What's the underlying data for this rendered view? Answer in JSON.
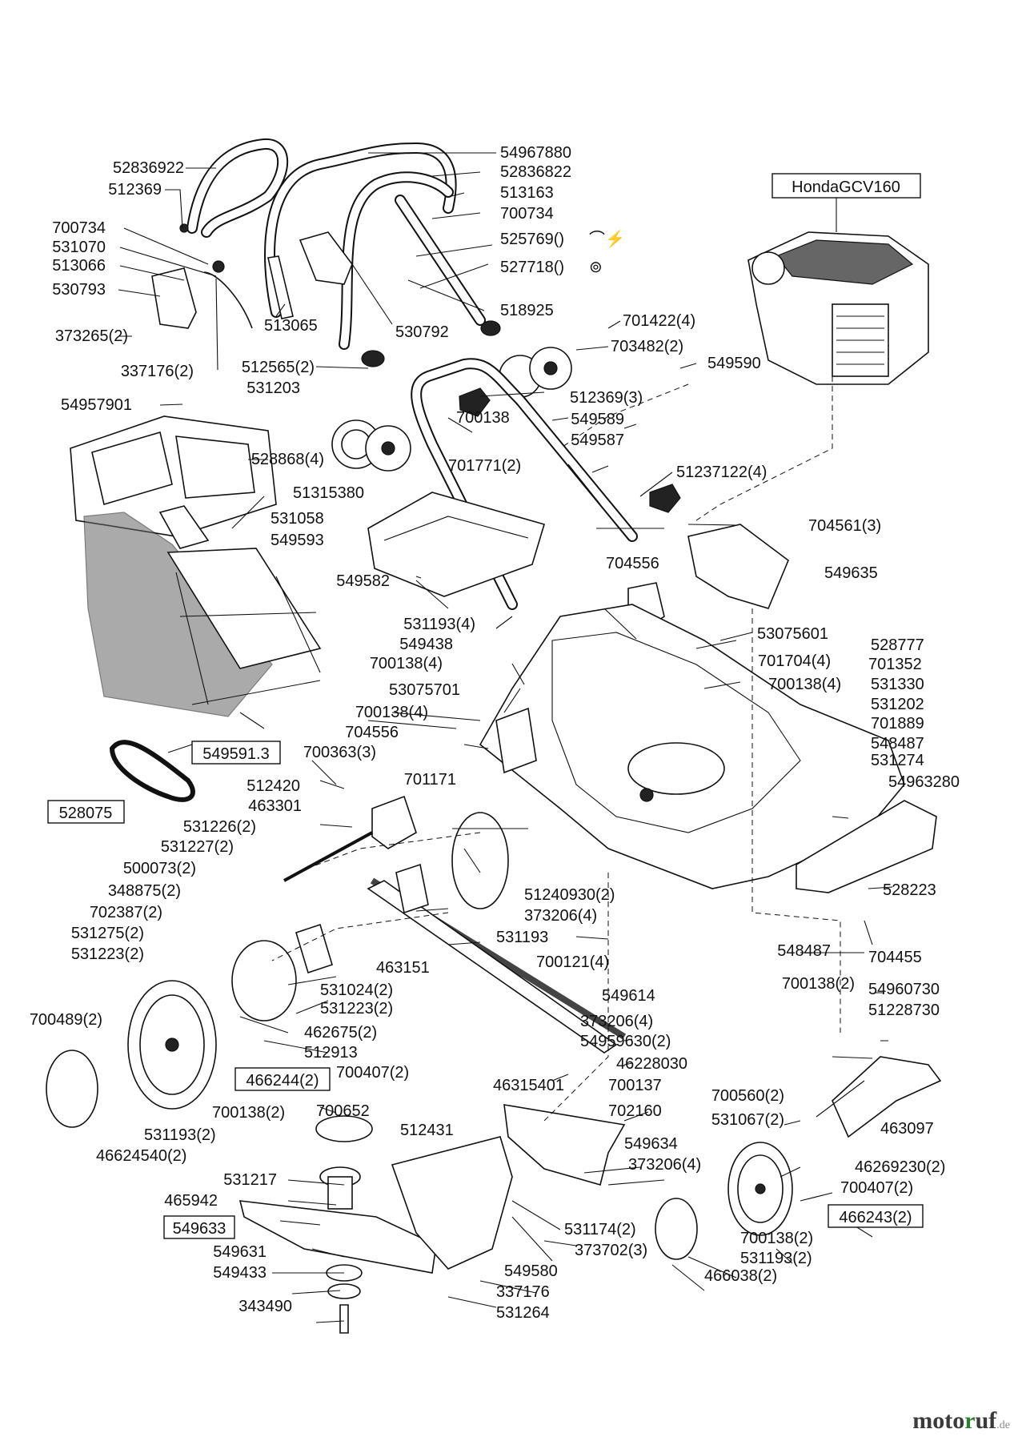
{
  "engine_label": "HondaGCV160",
  "labels": [
    {
      "id": "l01",
      "text": "52836922",
      "boxed": false
    },
    {
      "id": "l02",
      "text": "512369",
      "boxed": false
    },
    {
      "id": "l03",
      "text": "700734",
      "boxed": false
    },
    {
      "id": "l04",
      "text": "531070",
      "boxed": false
    },
    {
      "id": "l05",
      "text": "513066",
      "boxed": false
    },
    {
      "id": "l06",
      "text": "530793",
      "boxed": false
    },
    {
      "id": "l07",
      "text": "373265(2)",
      "boxed": false
    },
    {
      "id": "l08",
      "text": "337176(2)",
      "boxed": false
    },
    {
      "id": "l09",
      "text": "513065",
      "boxed": false
    },
    {
      "id": "l10",
      "text": "530792",
      "boxed": false
    },
    {
      "id": "l11",
      "text": "54967880",
      "boxed": false
    },
    {
      "id": "l12",
      "text": "52836822",
      "boxed": false
    },
    {
      "id": "l13",
      "text": "513163",
      "boxed": false
    },
    {
      "id": "l14",
      "text": "700734",
      "boxed": false
    },
    {
      "id": "l15",
      "text": "525769()",
      "boxed": false
    },
    {
      "id": "l16",
      "text": "527718()",
      "boxed": false
    },
    {
      "id": "l17",
      "text": "518925",
      "boxed": false
    },
    {
      "id": "l18",
      "text": "701422(4)",
      "boxed": false
    },
    {
      "id": "l19",
      "text": "703482(2)",
      "boxed": false
    },
    {
      "id": "l20",
      "text": "512565(2)",
      "boxed": false
    },
    {
      "id": "l21",
      "text": "531203",
      "boxed": false
    },
    {
      "id": "l22",
      "text": "549590",
      "boxed": false
    },
    {
      "id": "l23",
      "text": "512369(3)",
      "boxed": false
    },
    {
      "id": "l24",
      "text": "54957901",
      "boxed": false
    },
    {
      "id": "l25",
      "text": "700138",
      "boxed": false
    },
    {
      "id": "l26",
      "text": "549589",
      "boxed": false
    },
    {
      "id": "l27",
      "text": "549587",
      "boxed": false
    },
    {
      "id": "l28",
      "text": "528868(4)",
      "boxed": false
    },
    {
      "id": "l29",
      "text": "701771(2)",
      "boxed": false
    },
    {
      "id": "l30",
      "text": "51237122(4)",
      "boxed": false
    },
    {
      "id": "l31",
      "text": "51315380",
      "boxed": false
    },
    {
      "id": "l32",
      "text": "531058",
      "boxed": false
    },
    {
      "id": "l33",
      "text": "549593",
      "boxed": false
    },
    {
      "id": "l34",
      "text": "704561(3)",
      "boxed": false
    },
    {
      "id": "l35",
      "text": "704556",
      "boxed": false
    },
    {
      "id": "l36",
      "text": "549635",
      "boxed": false
    },
    {
      "id": "l37",
      "text": "549582",
      "boxed": false
    },
    {
      "id": "l38",
      "text": "53075601",
      "boxed": false
    },
    {
      "id": "l39",
      "text": "531193(4)",
      "boxed": false
    },
    {
      "id": "l40",
      "text": "528777",
      "boxed": false
    },
    {
      "id": "l41",
      "text": "549438",
      "boxed": false
    },
    {
      "id": "l42",
      "text": "701704(4)",
      "boxed": false
    },
    {
      "id": "l43",
      "text": "701352",
      "boxed": false
    },
    {
      "id": "l44",
      "text": "700138(4)",
      "boxed": false
    },
    {
      "id": "l45",
      "text": "700138(4)",
      "boxed": false
    },
    {
      "id": "l46",
      "text": "531330",
      "boxed": false
    },
    {
      "id": "l47",
      "text": "53075701",
      "boxed": false
    },
    {
      "id": "l48",
      "text": "531202",
      "boxed": false
    },
    {
      "id": "l49",
      "text": "700138(4)",
      "boxed": false
    },
    {
      "id": "l50",
      "text": "701889",
      "boxed": false
    },
    {
      "id": "l51",
      "text": "704556",
      "boxed": false
    },
    {
      "id": "l52",
      "text": "548487",
      "boxed": false
    },
    {
      "id": "l53",
      "text": "700363(3)",
      "boxed": false
    },
    {
      "id": "l54",
      "text": "531274",
      "boxed": false
    },
    {
      "id": "l55",
      "text": "549591.3",
      "boxed": true
    },
    {
      "id": "l56",
      "text": "701171",
      "boxed": false
    },
    {
      "id": "l57",
      "text": "54963280",
      "boxed": false
    },
    {
      "id": "l58",
      "text": "512420",
      "boxed": false
    },
    {
      "id": "l59",
      "text": "463301",
      "boxed": false
    },
    {
      "id": "l60",
      "text": "528075",
      "boxed": true
    },
    {
      "id": "l61",
      "text": "531226(2)",
      "boxed": false
    },
    {
      "id": "l62",
      "text": "531227(2)",
      "boxed": false
    },
    {
      "id": "l63",
      "text": "500073(2)",
      "boxed": false
    },
    {
      "id": "l64",
      "text": "528223",
      "boxed": false
    },
    {
      "id": "l65",
      "text": "348875(2)",
      "boxed": false
    },
    {
      "id": "l66",
      "text": "51240930(2)",
      "boxed": false
    },
    {
      "id": "l67",
      "text": "702387(2)",
      "boxed": false
    },
    {
      "id": "l68",
      "text": "373206(4)",
      "boxed": false
    },
    {
      "id": "l69",
      "text": "531275(2)",
      "boxed": false
    },
    {
      "id": "l70",
      "text": "531193",
      "boxed": false
    },
    {
      "id": "l71",
      "text": "531223(2)",
      "boxed": false
    },
    {
      "id": "l72",
      "text": "548487",
      "boxed": false
    },
    {
      "id": "l73",
      "text": "704455",
      "boxed": false
    },
    {
      "id": "l74",
      "text": "700121(4)",
      "boxed": false
    },
    {
      "id": "l75",
      "text": "463151",
      "boxed": false
    },
    {
      "id": "l76",
      "text": "700138(2)",
      "boxed": false
    },
    {
      "id": "l77",
      "text": "54960730",
      "boxed": false
    },
    {
      "id": "l78",
      "text": "531024(2)",
      "boxed": false
    },
    {
      "id": "l79",
      "text": "549614",
      "boxed": false
    },
    {
      "id": "l80",
      "text": "531223(2)",
      "boxed": false
    },
    {
      "id": "l81",
      "text": "51228730",
      "boxed": false
    },
    {
      "id": "l82",
      "text": "700489(2)",
      "boxed": false
    },
    {
      "id": "l83",
      "text": "373206(4)",
      "boxed": false
    },
    {
      "id": "l84",
      "text": "462675(2)",
      "boxed": false
    },
    {
      "id": "l85",
      "text": "54959630(2)",
      "boxed": false
    },
    {
      "id": "l86",
      "text": "512913",
      "boxed": false
    },
    {
      "id": "l87",
      "text": "46228030",
      "boxed": false
    },
    {
      "id": "l88",
      "text": "700407(2)",
      "boxed": false
    },
    {
      "id": "l89",
      "text": "466244(2)",
      "boxed": true
    },
    {
      "id": "l90",
      "text": "46315401",
      "boxed": false
    },
    {
      "id": "l91",
      "text": "700137",
      "boxed": false
    },
    {
      "id": "l92",
      "text": "700560(2)",
      "boxed": false
    },
    {
      "id": "l93",
      "text": "700138(2)",
      "boxed": false
    },
    {
      "id": "l94",
      "text": "702160",
      "boxed": false
    },
    {
      "id": "l95",
      "text": "531193(2)",
      "boxed": false
    },
    {
      "id": "l96",
      "text": "531067(2)",
      "boxed": false
    },
    {
      "id": "l97",
      "text": "463097",
      "boxed": false
    },
    {
      "id": "l98",
      "text": "46624540(2)",
      "boxed": false
    },
    {
      "id": "l99",
      "text": "700652",
      "boxed": false
    },
    {
      "id": "l100",
      "text": "512431",
      "boxed": false
    },
    {
      "id": "l101",
      "text": "549634",
      "boxed": false
    },
    {
      "id": "l102",
      "text": "46269230(2)",
      "boxed": false
    },
    {
      "id": "l103",
      "text": "531217",
      "boxed": false
    },
    {
      "id": "l104",
      "text": "373206(4)",
      "boxed": false
    },
    {
      "id": "l105",
      "text": "700407(2)",
      "boxed": false
    },
    {
      "id": "l106",
      "text": "465942",
      "boxed": false
    },
    {
      "id": "l107",
      "text": "466243(2)",
      "boxed": true
    },
    {
      "id": "l108",
      "text": "549633",
      "boxed": true
    },
    {
      "id": "l109",
      "text": "531174(2)",
      "boxed": false
    },
    {
      "id": "l110",
      "text": "700138(2)",
      "boxed": false
    },
    {
      "id": "l111",
      "text": "373702(3)",
      "boxed": false
    },
    {
      "id": "l112",
      "text": "531193(2)",
      "boxed": false
    },
    {
      "id": "l113",
      "text": "549631",
      "boxed": false
    },
    {
      "id": "l114",
      "text": "549580",
      "boxed": false
    },
    {
      "id": "l115",
      "text": "466038(2)",
      "boxed": false
    },
    {
      "id": "l116",
      "text": "549433",
      "boxed": false
    },
    {
      "id": "l117",
      "text": "337176",
      "boxed": false
    },
    {
      "id": "l118",
      "text": "343490",
      "boxed": false
    },
    {
      "id": "l119",
      "text": "531264",
      "boxed": false
    }
  ],
  "icons": {
    "l15": "throttle-lever-icon",
    "l16": "brake-lever-icon"
  },
  "watermark": {
    "brand_a": "moto",
    "brand_b": "r",
    "brand_c": "uf",
    "tld": ".de"
  },
  "colors": {
    "line": "#111111",
    "background": "#ffffff",
    "watermark_accent": "#2e7d32"
  }
}
